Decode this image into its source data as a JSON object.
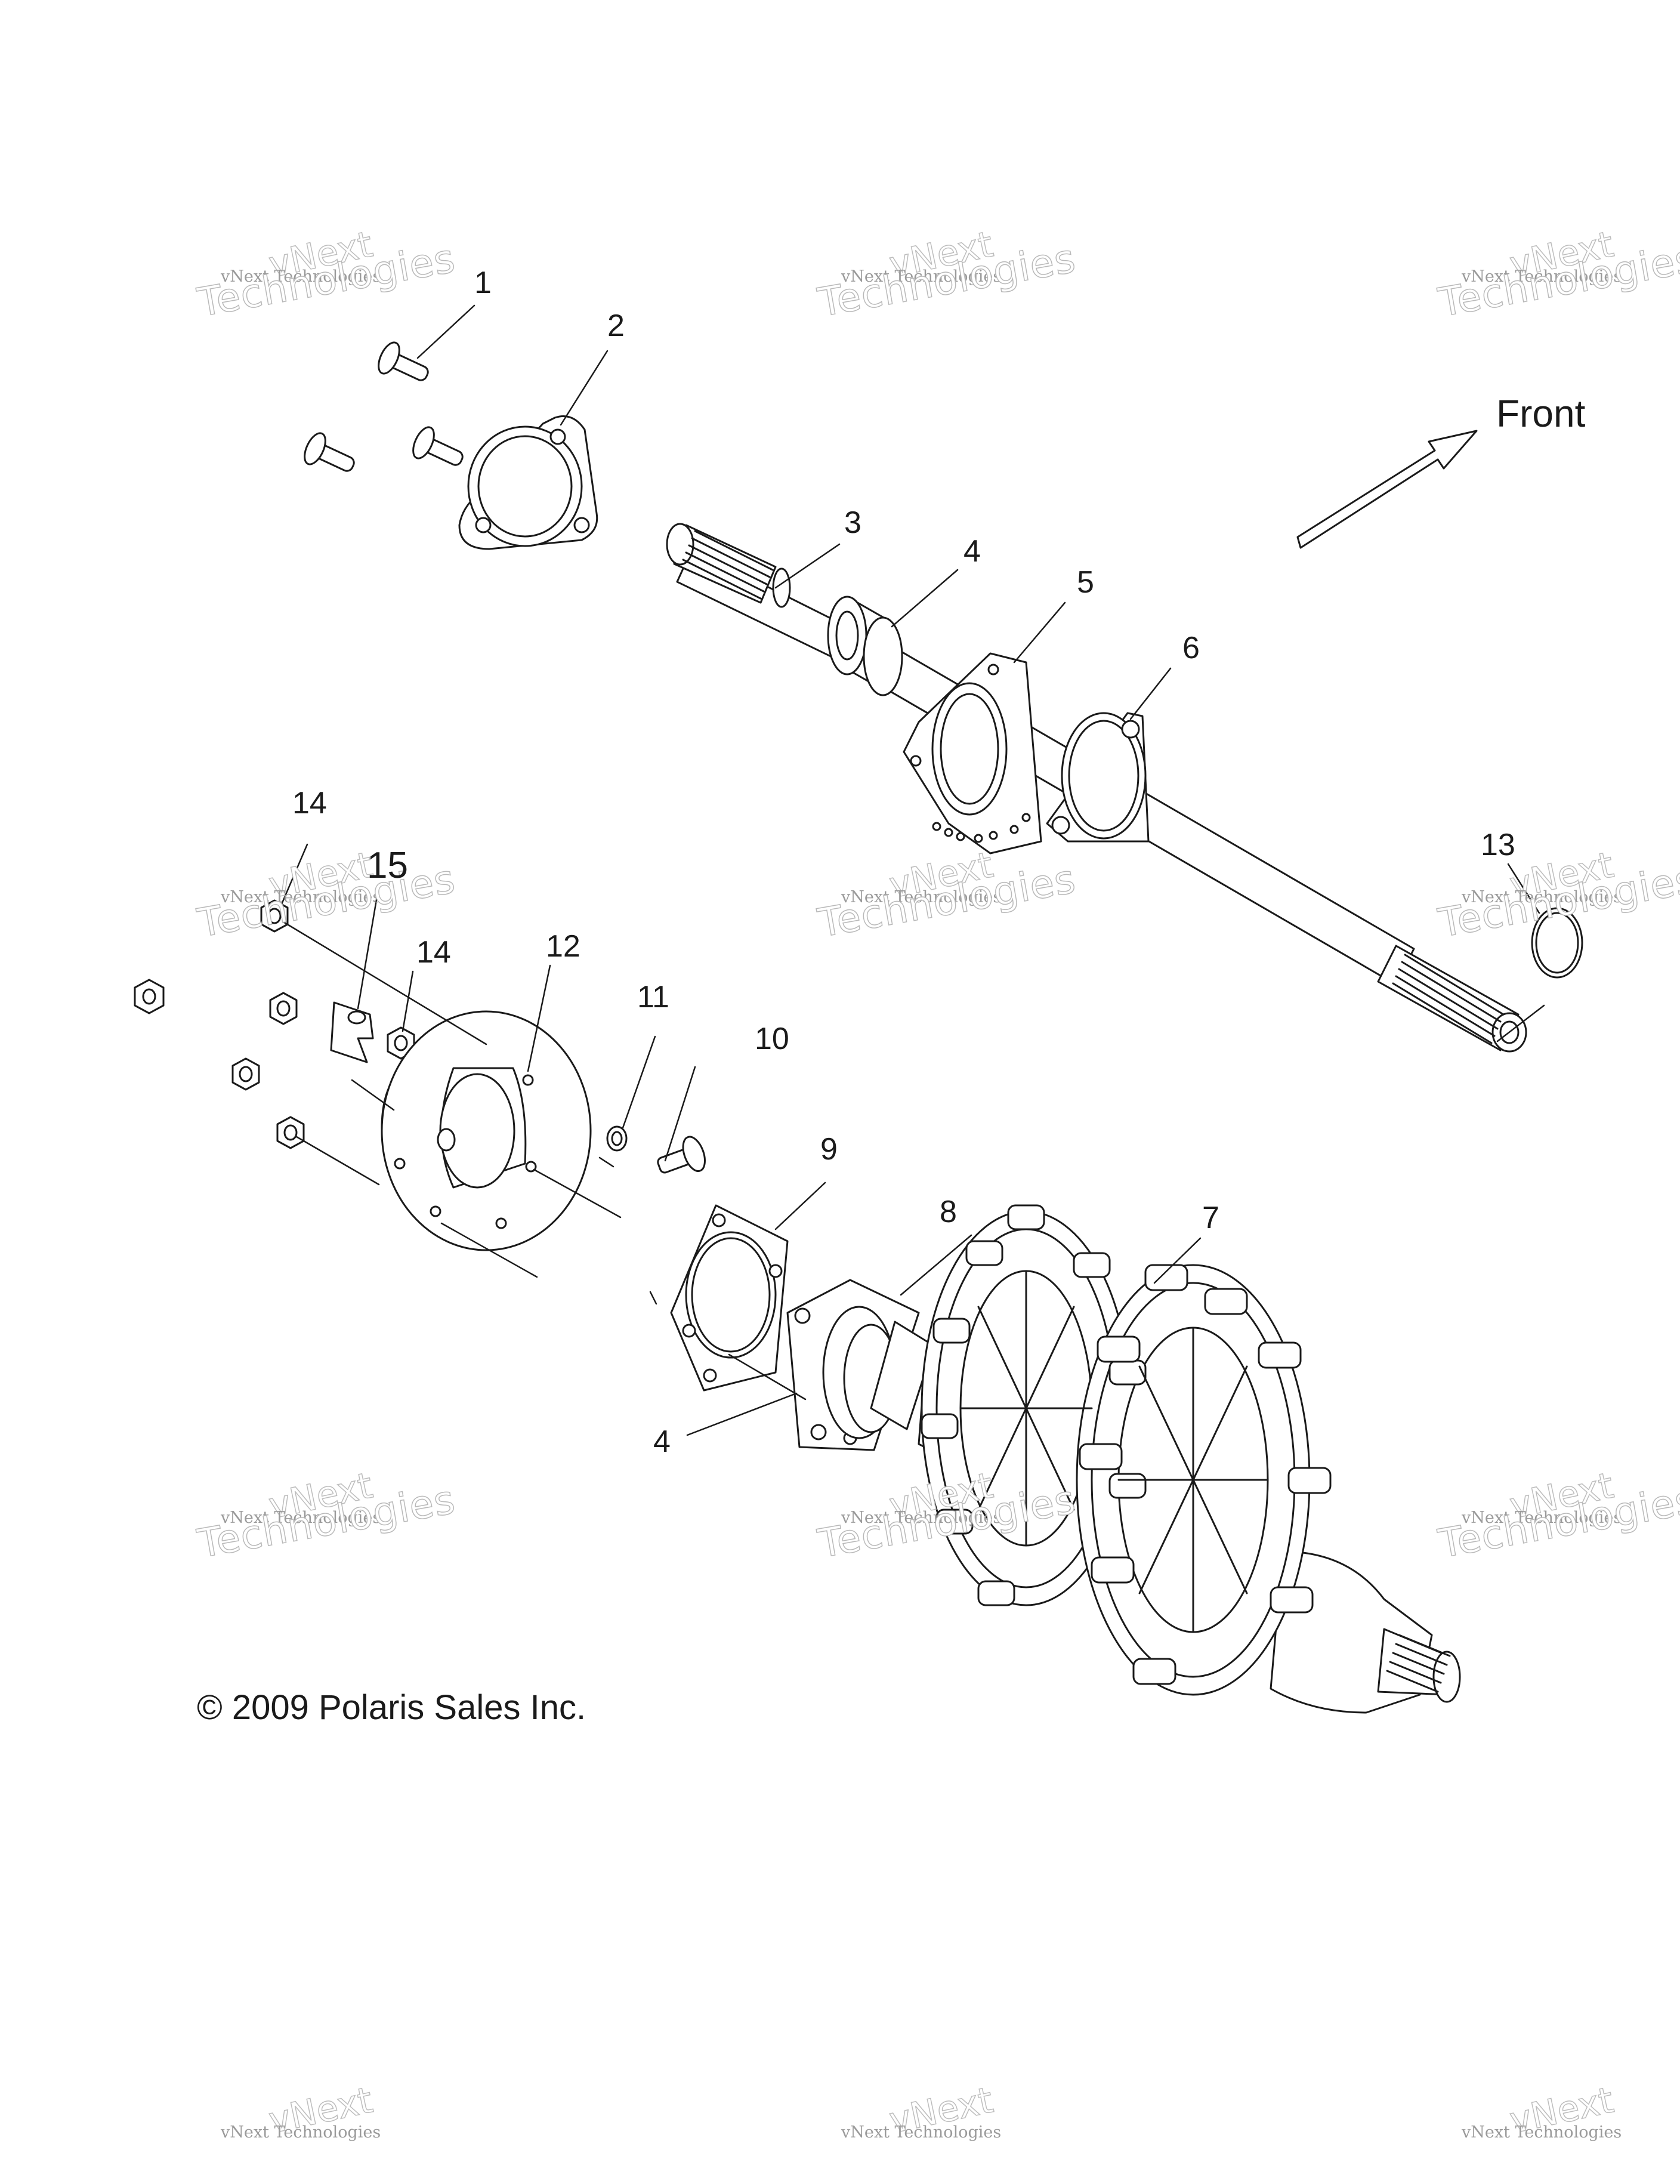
{
  "watermark": {
    "small_text": "vNext Technologies",
    "large_text": "Technologies",
    "top_text": "vNext"
  },
  "direction_label": "Front",
  "copyright": "© 2009 Polaris Sales Inc.",
  "callouts": {
    "c1": "1",
    "c2": "2",
    "c3": "3",
    "c4a": "4",
    "c5": "5",
    "c6": "6",
    "c7": "7",
    "c8": "8",
    "c9": "9",
    "c10": "10",
    "c11": "11",
    "c12": "12",
    "c13": "13",
    "c14a": "14",
    "c14b": "14",
    "c15": "15",
    "c4b": "4"
  },
  "colors": {
    "line": "#1a1a1a",
    "fill": "#ffffff",
    "watermark": "#b9b9b9"
  }
}
